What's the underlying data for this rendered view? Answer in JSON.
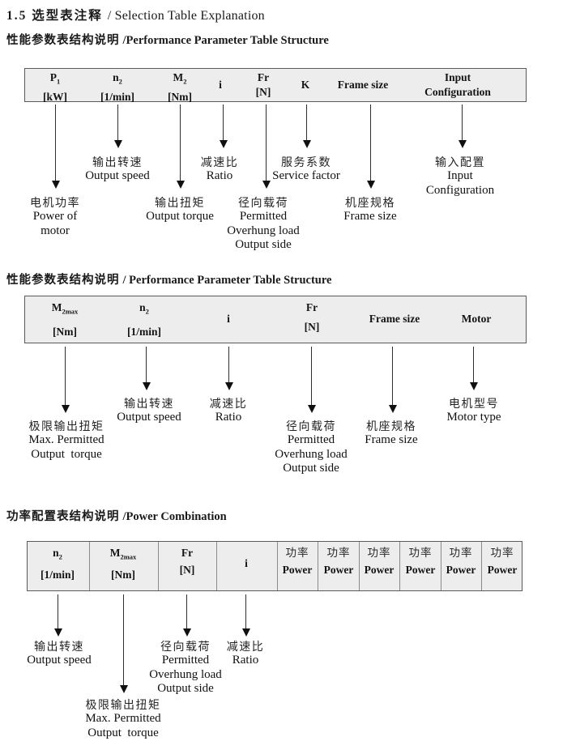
{
  "title": {
    "zh": "1.5 选型表注释",
    "en": "/ Selection Table Explanation"
  },
  "s1": {
    "heading": {
      "zh": "性能参数表结构说明",
      "en": "/Performance Parameter Table Structure"
    },
    "cols": [
      {
        "main": "P",
        "sub": "1",
        "unit": "[kW]"
      },
      {
        "main": "n",
        "sub": "2",
        "unit": "[1/min]"
      },
      {
        "main": "M",
        "sub": "2",
        "unit": "[Nm]"
      },
      {
        "main": "i"
      },
      {
        "main": "Fr",
        "unit": "[N]"
      },
      {
        "main": "K"
      },
      {
        "main": "Frame size"
      },
      {
        "main": "Input",
        "unit": "Configuration"
      }
    ],
    "labels": [
      {
        "l1": "电机功率",
        "l2": "Power of",
        "l3": "motor"
      },
      {
        "l1": "输出转速",
        "l2": "Output speed"
      },
      {
        "l1": "输出扭矩",
        "l2": "Output torque"
      },
      {
        "l1": "减速比",
        "l2": "Ratio"
      },
      {
        "l1": "径向载荷",
        "l2": "Permitted",
        "l3": "Overhung load",
        "l4": "Output side"
      },
      {
        "l1": "服务系数",
        "l2": "Service factor"
      },
      {
        "l1": "机座规格",
        "l2": "Frame size"
      },
      {
        "l1": "输入配置",
        "l2": "Input",
        "l3": "Configuration"
      }
    ]
  },
  "s2": {
    "heading": {
      "zh": "性能参数表结构说明",
      "en": "/ Performance Parameter Table Structure"
    },
    "cols": [
      {
        "main": "M",
        "sub": "2max",
        "unit": "[Nm]"
      },
      {
        "main": "n",
        "sub": "2",
        "unit": "[1/min]"
      },
      {
        "main": "i"
      },
      {
        "main": "Fr",
        "unit": "[N]"
      },
      {
        "main": "Frame size"
      },
      {
        "main": "Motor"
      }
    ],
    "labels": [
      {
        "l1": "极限输出扭矩",
        "l2": "Max. Permitted",
        "l3": "Output  torque"
      },
      {
        "l1": "输出转速",
        "l2": "Output speed"
      },
      {
        "l1": "减速比",
        "l2": "Ratio"
      },
      {
        "l1": "径向载荷",
        "l2": "Permitted",
        "l3": "Overhung load",
        "l4": "Output side"
      },
      {
        "l1": "机座规格",
        "l2": "Frame size"
      },
      {
        "l1": "电机型号",
        "l2": "Motor type"
      }
    ]
  },
  "s3": {
    "heading": {
      "zh": "功率配置表结构说明",
      "en": "/Power Combination"
    },
    "cols": [
      {
        "main": "n",
        "sub": "2",
        "unit": "[1/min]"
      },
      {
        "main": "M",
        "sub": "2max",
        "unit": "[Nm]"
      },
      {
        "main": "Fr",
        "unit": "[N]"
      },
      {
        "main": "i"
      }
    ],
    "power": {
      "zh": "功率",
      "en": "Power"
    },
    "labels": [
      {
        "l1": "输出转速",
        "l2": "Output speed"
      },
      {
        "l1": "极限输出扭矩",
        "l2": "Max. Permitted",
        "l3": "Output  torque"
      },
      {
        "l1": "径向载荷",
        "l2": "Permitted",
        "l3": "Overhung load",
        "l4": "Output side"
      },
      {
        "l1": "减速比",
        "l2": "Ratio"
      }
    ]
  }
}
